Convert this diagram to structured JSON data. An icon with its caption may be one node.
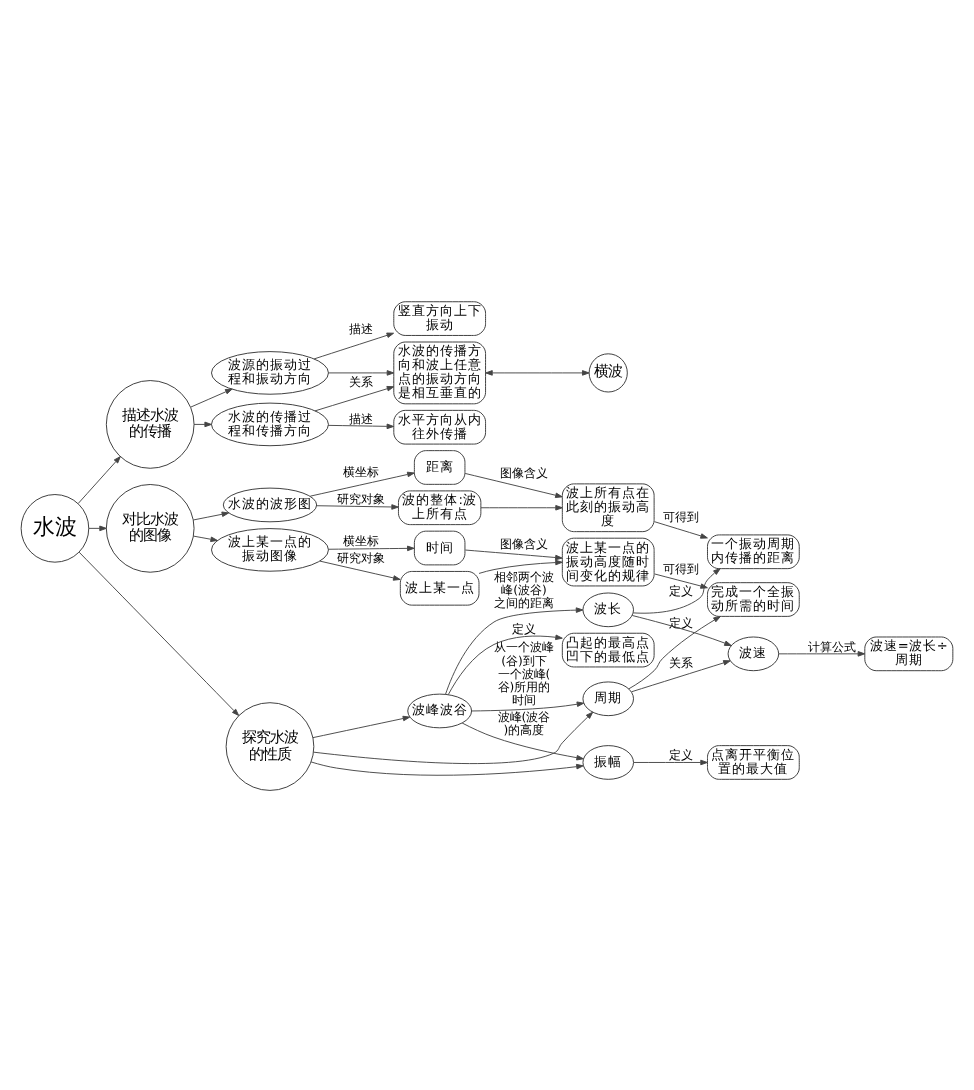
{
  "diagram": {
    "nodes": [
      {
        "text": [
          "水波"
        ]
      },
      {
        "text": [
          "描述水波的传播"
        ]
      },
      {
        "text": [
          "对比水波的图像"
        ]
      },
      {
        "text": [
          "探究水波的性质"
        ]
      },
      {
        "text": [
          "水波的传播过程和传播方向"
        ]
      },
      {
        "text": [
          "波源的振动过程和振动方向"
        ]
      },
      {
        "text": [
          "水平方向从内往外传播"
        ]
      },
      {
        "text": [
          "水波的传播方向和波上任意点的振动方向是相互垂直的"
        ]
      },
      {
        "text": [
          "横波"
        ]
      },
      {
        "text": [
          "竖直方向上下振动"
        ]
      },
      {
        "text": [
          "波上某一点的振动图像"
        ]
      },
      {
        "text": [
          "水波的波形图"
        ]
      },
      {
        "text": [
          "时间"
        ]
      },
      {
        "text": [
          "波上某一点"
        ]
      },
      {
        "text": [
          "波上某一点的振动高度随时间变化的规律"
        ]
      },
      {
        "text": [
          "距离"
        ]
      },
      {
        "text": [
          "波的整体:波上所有点"
        ]
      },
      {
        "text": [
          "波上所有点在此刻的振动高度"
        ]
      },
      {
        "text": [
          "周期"
        ]
      },
      {
        "text": [
          "完成一个全振动所需的时间"
        ]
      },
      {
        "text": [
          "波峰波谷"
        ]
      },
      {
        "text": [
          "凸起的最高点凹下的最低点"
        ]
      },
      {
        "text": [
          "波速"
        ]
      },
      {
        "text": [
          "波速=波长÷周期"
        ]
      },
      {
        "text": [
          "振幅"
        ]
      },
      {
        "text": [
          "点离开平衡位置的最大值"
        ]
      },
      {
        "text": [
          "波长"
        ]
      },
      {
        "text": [
          "一个振动周期内传播的距离"
        ]
      }
    ],
    "edges": [
      {
        "from": 0,
        "to": 1,
        "arrow": "to"
      },
      {
        "from": 0,
        "to": 2,
        "arrow": "to"
      },
      {
        "from": 0,
        "to": 3,
        "arrow": "to"
      },
      {
        "from": 1,
        "to": 4,
        "arrow": "to"
      },
      {
        "from": 1,
        "to": 5,
        "arrow": "to"
      },
      {
        "from": 4,
        "to": 6,
        "arrow": "to",
        "label": "描述"
      },
      {
        "from": 4,
        "to": 7,
        "arrow": "to",
        "label": "关系"
      },
      {
        "from": 5,
        "to": 7,
        "arrow": "to"
      },
      {
        "from": 5,
        "to": 9,
        "arrow": "to",
        "label": "描述"
      },
      {
        "from": 7,
        "to": 8,
        "arrow": "both"
      },
      {
        "from": 2,
        "to": 10,
        "arrow": "to"
      },
      {
        "from": 2,
        "to": 11,
        "arrow": "to"
      },
      {
        "from": 10,
        "to": 12,
        "arrow": "to",
        "label": "横坐标"
      },
      {
        "from": 10,
        "to": 13,
        "arrow": "to",
        "label": "研究对象"
      },
      {
        "from": 12,
        "to": 14,
        "arrow": "to",
        "label": "图像含义"
      },
      {
        "from": 13,
        "to": 14,
        "arrow": "to"
      },
      {
        "from": 11,
        "to": 15,
        "arrow": "to",
        "label": "横坐标"
      },
      {
        "from": 11,
        "to": 16,
        "arrow": "to",
        "label": "研究对象"
      },
      {
        "from": 15,
        "to": 17,
        "arrow": "to",
        "label": "图像含义"
      },
      {
        "from": 16,
        "to": 17,
        "arrow": "to"
      },
      {
        "from": 14,
        "to": 19,
        "arrow": "to",
        "label": "可得到"
      },
      {
        "from": 17,
        "to": 27,
        "arrow": "to",
        "label": "可得到"
      },
      {
        "from": 3,
        "to": 18,
        "arrow": "to"
      },
      {
        "from": 3,
        "to": 20,
        "arrow": "to"
      },
      {
        "from": 3,
        "to": 24,
        "arrow": "to"
      },
      {
        "from": 18,
        "to": 19,
        "arrow": "to",
        "label": "定义"
      },
      {
        "from": 20,
        "to": 18,
        "arrow": "to",
        "label": "从一个波峰(谷)到下一个波峰(谷)所用的时间"
      },
      {
        "from": 20,
        "to": 21,
        "arrow": "to",
        "label": "定义"
      },
      {
        "from": 20,
        "to": 24,
        "arrow": "to",
        "label": "波峰(波谷)的高度"
      },
      {
        "from": 20,
        "to": 26,
        "arrow": "to",
        "label": "相邻两个波峰(波谷)之间的距离"
      },
      {
        "from": 18,
        "to": 22,
        "arrow": "to",
        "label": "关系"
      },
      {
        "from": 26,
        "to": 22,
        "arrow": "to"
      },
      {
        "from": 22,
        "to": 23,
        "arrow": "to",
        "label": "计算公式"
      },
      {
        "from": 24,
        "to": 25,
        "arrow": "to",
        "label": "定义"
      },
      {
        "from": 26,
        "to": 27,
        "arrow": "to",
        "label": "定义"
      }
    ]
  }
}
